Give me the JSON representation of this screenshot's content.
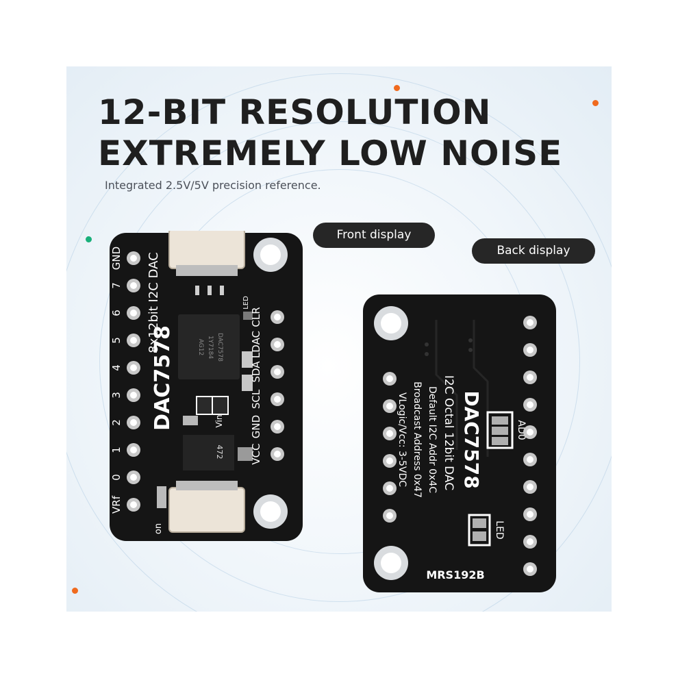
{
  "headline": {
    "line1": "12-BIT RESOLUTION",
    "line2": "EXTREMELY LOW NOISE"
  },
  "subheadline": "Integrated 2.5V/5V precision reference.",
  "labels": {
    "front": "Front display",
    "back": "Back display"
  },
  "front_board": {
    "model": "DAC7578",
    "desc": "8x12bit I2C DAC",
    "left_pins": [
      "GND",
      "7",
      "6",
      "5",
      "4",
      "3",
      "2",
      "1",
      "0",
      "VRf"
    ],
    "right_pins": [
      "CLR",
      "LDAC",
      "SDA",
      "SCL",
      "GND",
      "VCC"
    ],
    "chip_text": [
      "DAC7578",
      "1Y7184",
      "AG12"
    ],
    "led_label": "LED",
    "on_label": "on",
    "vin_label": "Vin",
    "resistor_code": "472"
  },
  "back_board": {
    "model": "DAC7578",
    "text_lines": [
      "I2C Octal 12bit DAC",
      "Default I2C Addr 0x4C",
      "Broadcast Address 0x47",
      "VLogic/Vcc: 3-5VDC"
    ],
    "ad0_label": "AD0",
    "led_label": "LED",
    "part_number": "MRS192B"
  },
  "colors": {
    "accent_orange": "#f06a1e",
    "accent_green": "#19b07a",
    "pcb": "#151515",
    "pill_bg": "#262626",
    "headline": "#1f1f1f"
  }
}
